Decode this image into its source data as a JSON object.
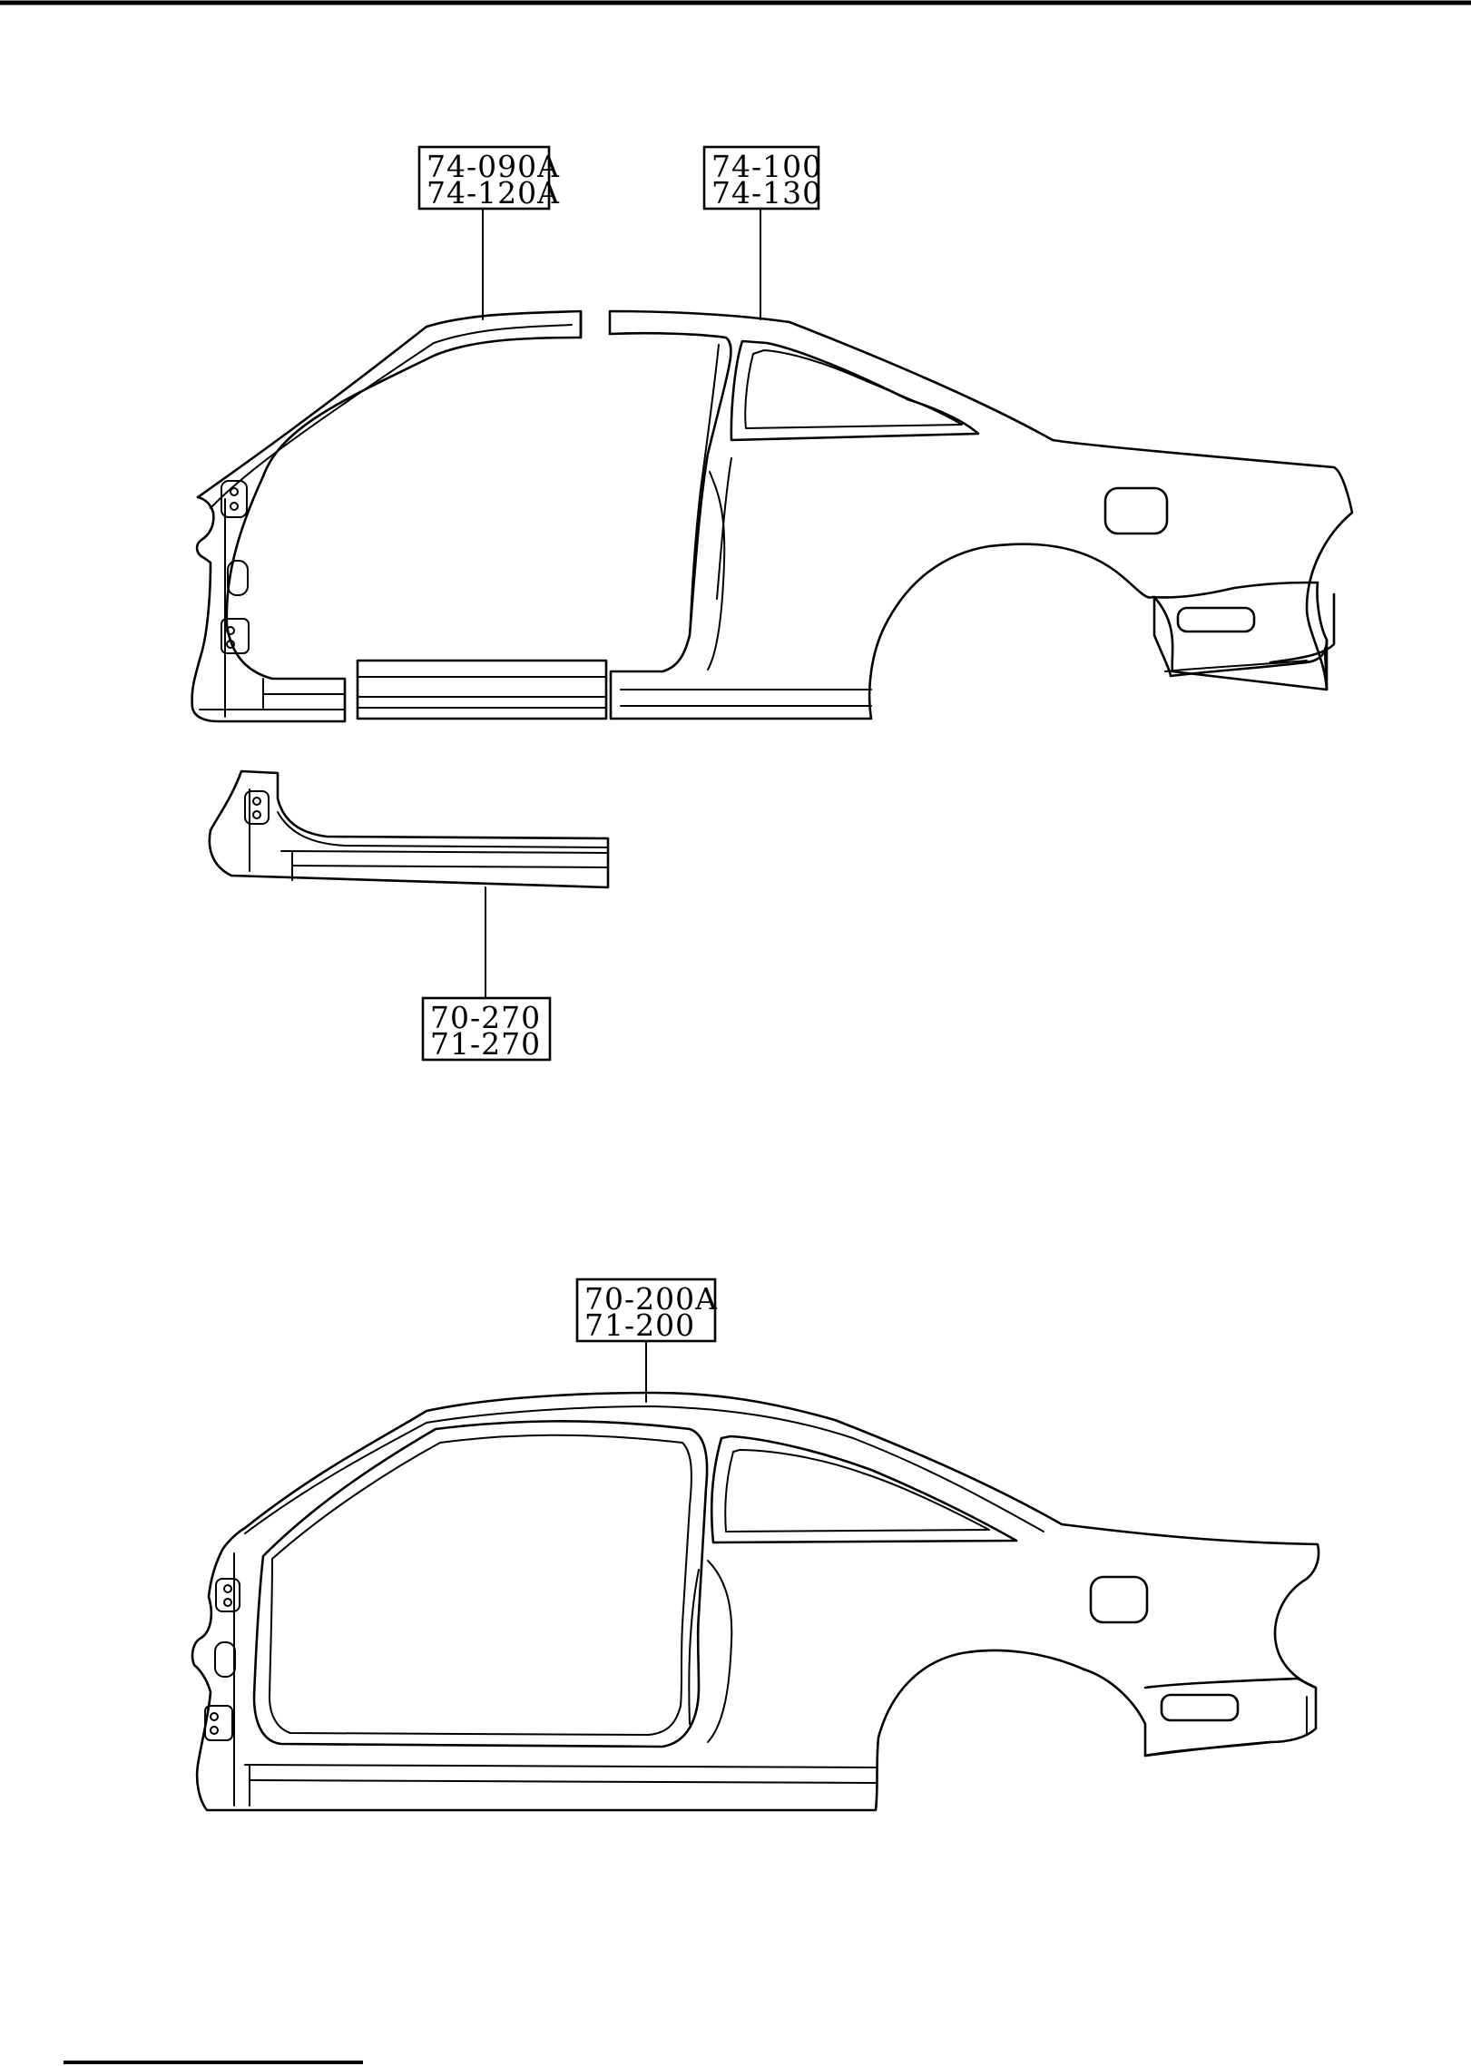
{
  "callouts": {
    "front_upper": {
      "line1": "74-090A",
      "line2": "74-120A"
    },
    "rear_upper": {
      "line1": "74-100",
      "line2": "74-130"
    },
    "sill": {
      "line1": "70-270",
      "line2": "71-270"
    },
    "full_side": {
      "line1": "70-200A",
      "line2": "71-200"
    }
  },
  "colors": {
    "ink": "#000000",
    "paper": "#ffffff"
  }
}
